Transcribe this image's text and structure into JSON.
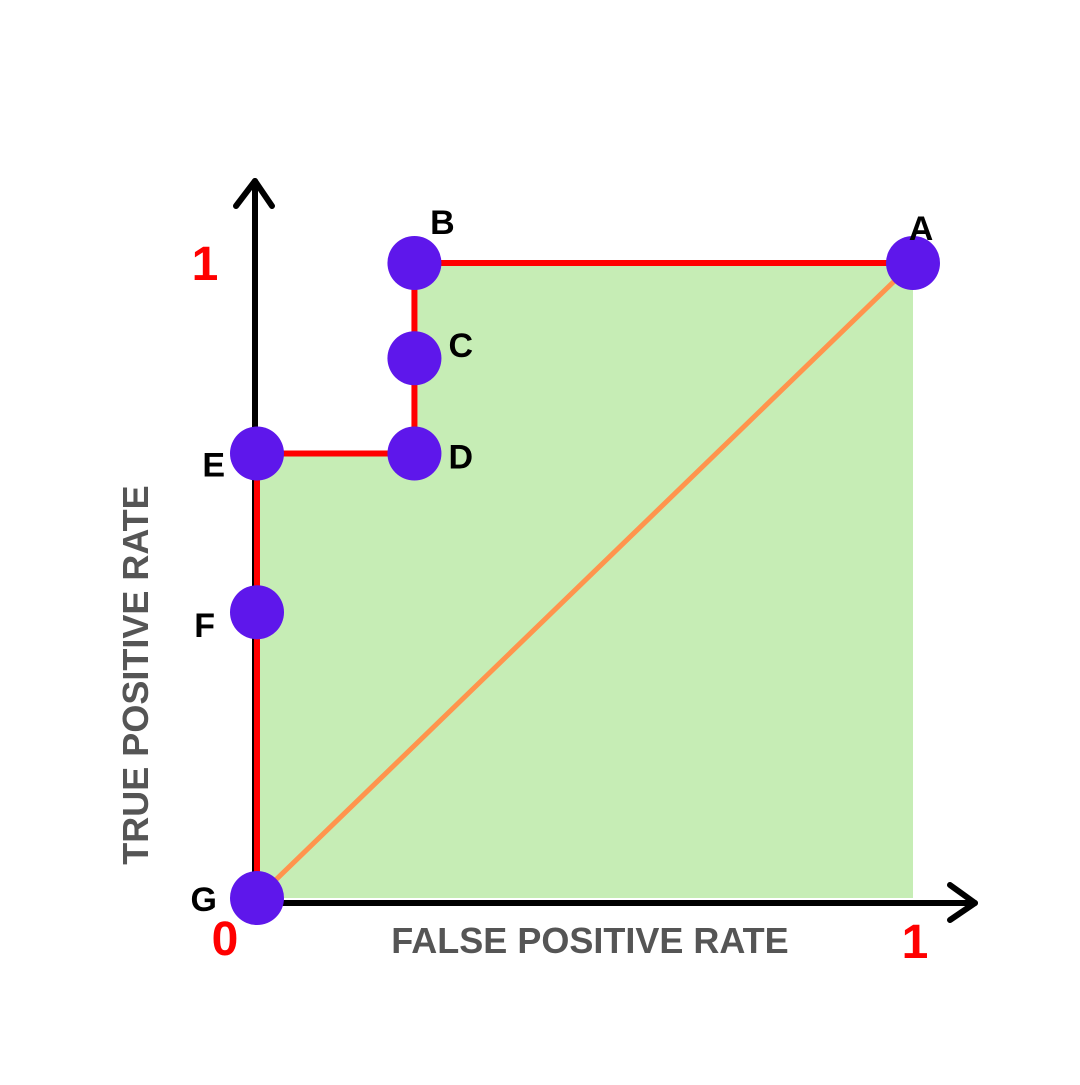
{
  "chart_data": {
    "type": "line",
    "title": "",
    "xlabel": "FALSE POSITIVE RATE",
    "ylabel": "TRUE POSITIVE RATE",
    "xlim": [
      0,
      1
    ],
    "ylim": [
      0,
      1
    ],
    "grid": false,
    "legend": "none",
    "x_ticks": [
      {
        "value": 0,
        "label": "0"
      },
      {
        "value": 1,
        "label": "1"
      }
    ],
    "y_ticks": [
      {
        "value": 1,
        "label": "1"
      }
    ],
    "points": [
      {
        "label": "A",
        "x": 1.0,
        "y": 1.0
      },
      {
        "label": "B",
        "x": 0.24,
        "y": 1.0
      },
      {
        "label": "C",
        "x": 0.24,
        "y": 0.85
      },
      {
        "label": "D",
        "x": 0.24,
        "y": 0.7
      },
      {
        "label": "E",
        "x": 0.0,
        "y": 0.7
      },
      {
        "label": "F",
        "x": 0.0,
        "y": 0.45
      },
      {
        "label": "G",
        "x": 0.0,
        "y": 0.0
      }
    ],
    "series": [
      {
        "type": "roc",
        "points": [
          "A",
          "B",
          "C",
          "D",
          "E",
          "F",
          "G"
        ],
        "color": "#ff0000"
      },
      {
        "type": "diagonal",
        "points": [
          "G",
          "A"
        ],
        "color": "#ff944d"
      }
    ],
    "fill_color": "#c6edb5"
  },
  "colors": {
    "axis": "#000000",
    "tick_label": "#ff0000",
    "axis_title": "#555555",
    "point": "#5e17eb",
    "point_label": "#000000"
  }
}
